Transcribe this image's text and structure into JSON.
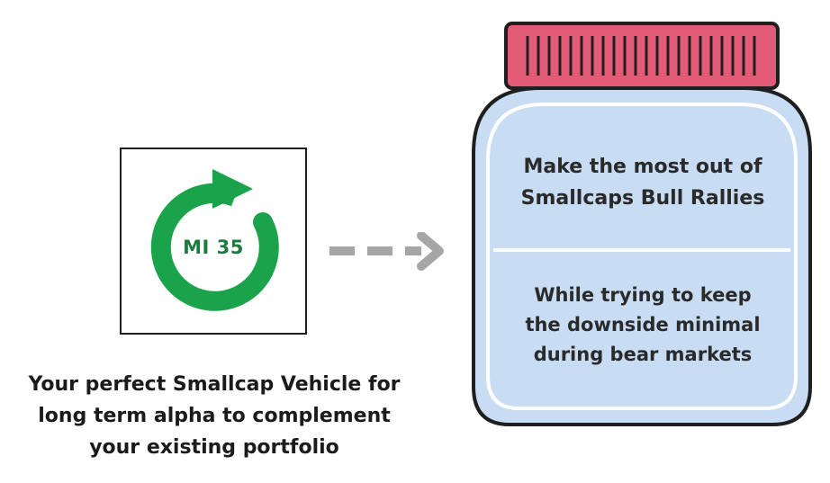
{
  "logo": {
    "label": "MI 35",
    "icon": "circular-arrow-icon",
    "color": "#1aa34a"
  },
  "caption": {
    "lines": [
      "Your perfect Smallcap Vehicle for",
      "long term alpha to complement",
      "your existing portfolio"
    ]
  },
  "jar": {
    "lid_color": "#e45b78",
    "body_color": "#c8dcf3",
    "top_text": {
      "lines": [
        "Make the most out of",
        "Smallcaps Bull Rallies"
      ]
    },
    "bottom_text": {
      "lines": [
        "While trying to keep",
        "the downside minimal",
        "during bear markets"
      ]
    }
  },
  "connector": {
    "icon": "dashed-arrow-right-icon",
    "color": "#a6a6a6"
  }
}
